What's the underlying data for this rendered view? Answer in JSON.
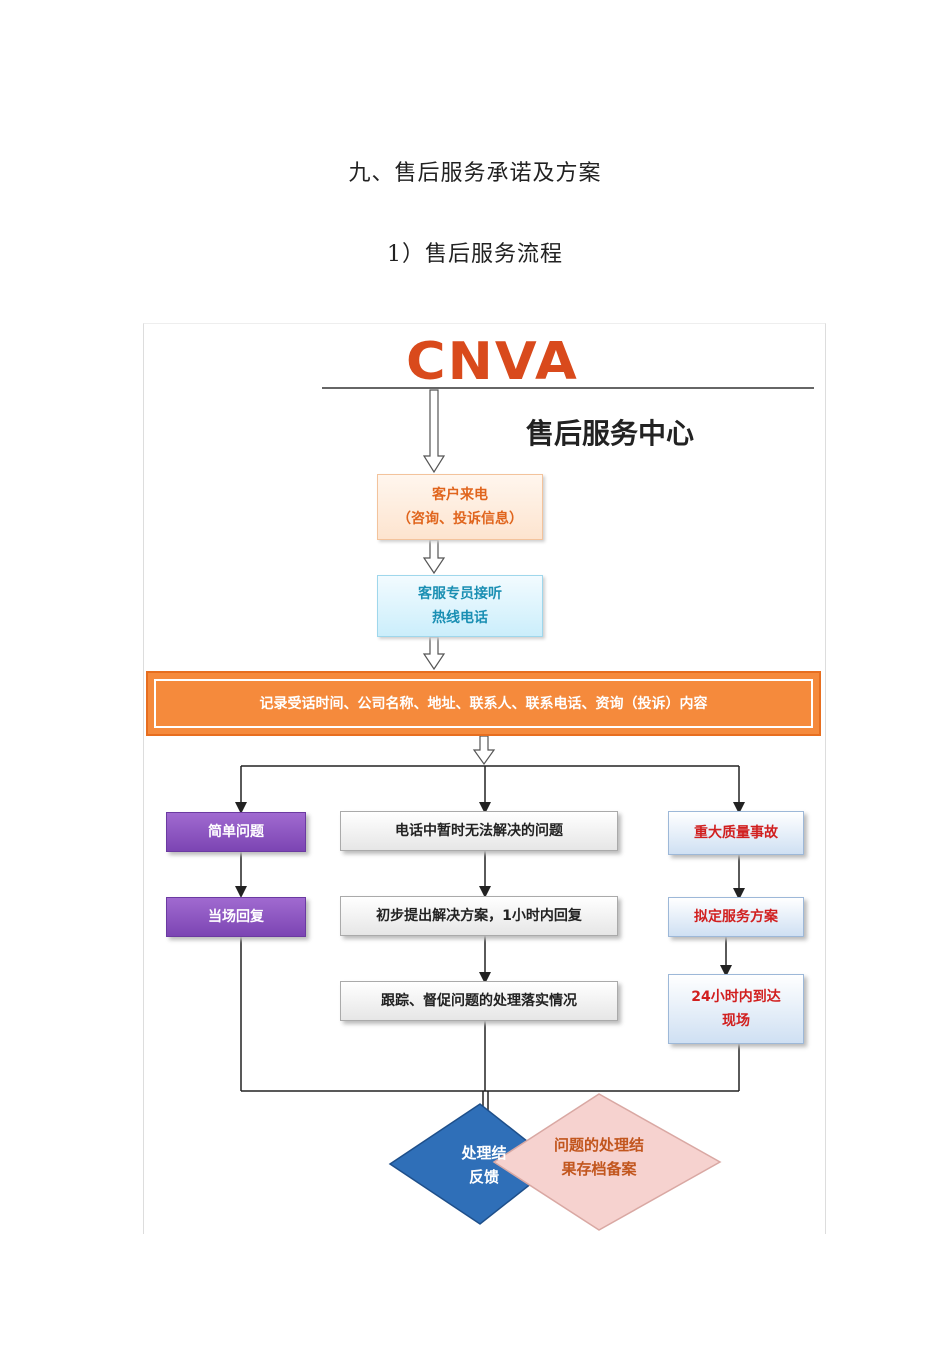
{
  "heading": {
    "section_title": "九、售后服务承诺及方案",
    "subsection_title": "1）售后服务流程"
  },
  "figure": {
    "logo_text": "CNVA",
    "center_title": "售后服务中心",
    "customer_call": {
      "line1": "客户来电",
      "line2": "（咨询、投诉信息）"
    },
    "cs_answer": {
      "line1": "客服专员接听",
      "line2": "热线电话"
    },
    "record": "记录受话时间、公司名称、地址、联系人、联系电话、资询（投诉）内容",
    "left": {
      "simple": "简单问题",
      "reply": "当场回复"
    },
    "middle": {
      "unsolved": "电话中暂时无法解决的问题",
      "initial": "初步提出解决方案，1小时内回复",
      "follow": "跟踪、督促问题的处理落实情况"
    },
    "right": {
      "major": "重大质量事故",
      "plan": "拟定服务方案",
      "arrive_line1": "24小时内到达",
      "arrive_line2": "现场"
    },
    "feedback": {
      "line1": "处理结",
      "line2": "反馈"
    },
    "archive": {
      "line1": "问题的处理结",
      "line2": "果存档备案"
    }
  },
  "colors": {
    "logo": "#d94a1c",
    "record_fill": "#f58a3c",
    "purple": "#7c45b3",
    "feedback_diamond": "#2f6fb8",
    "archive_diamond": "#f6d2cf"
  }
}
